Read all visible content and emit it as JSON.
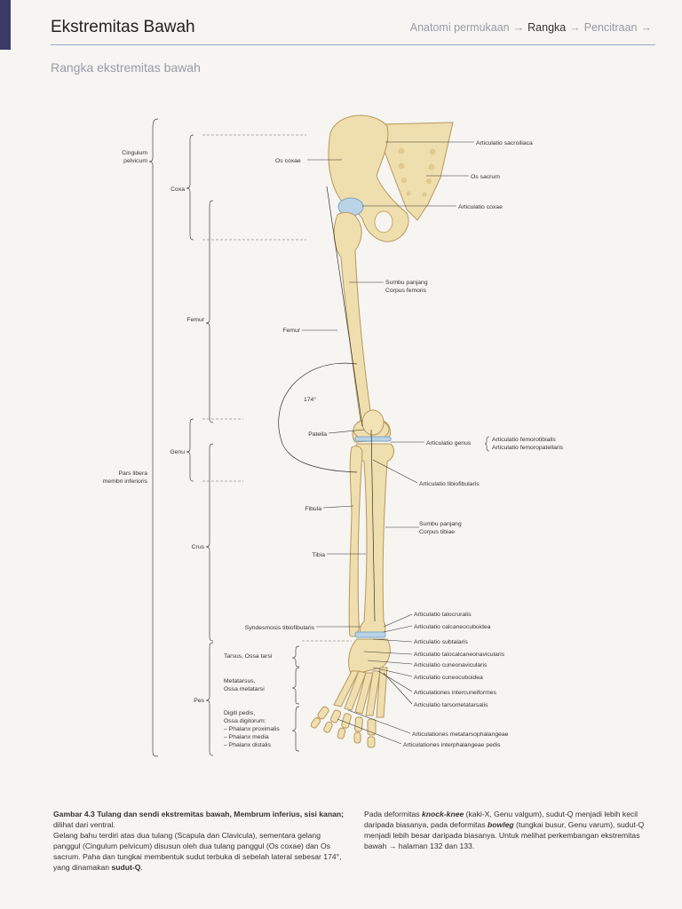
{
  "header": {
    "title": "Ekstremitas Bawah",
    "nav": [
      "Anatomi permukaan",
      "Rangka",
      "Pencitraan"
    ],
    "nav_arrow": "→",
    "active_nav": "Rangka"
  },
  "subtitle": "Rangka ekstremitas bawah",
  "figure": {
    "left_labels": {
      "cingulum": [
        "Cingulum",
        "pelvicum"
      ],
      "coxa": "Coxa",
      "femur": "Femur",
      "genu": "Genu",
      "pars": [
        "Pars libera",
        "membri inferioris"
      ],
      "crus": "Crus",
      "tarsus": "Tarsus, Ossa tarsi",
      "metatarsus": [
        "Metatarsus,",
        "Ossa metatarsi"
      ],
      "pes": "Pes",
      "digiti": [
        "Digiti pedis,",
        "Ossa digitorum:",
        "– Phalanx proximalis",
        "– Phalanx media",
        "– Phalanx distalis"
      ]
    },
    "bone_labels": {
      "os_coxae": "Os coxae",
      "femur": "Femur",
      "patella": "Patella",
      "fibula": "Fibula",
      "tibia": "Tibia",
      "syndesmosis": "Syndesmosis tibiofibularis",
      "angle": "174°"
    },
    "right_labels": {
      "sacroiliaca": "Articulatio sacroiliaca",
      "sacrum": "Os sacrum",
      "coxae": "Articulatio coxae",
      "sumbu_femoris": [
        "Sumbu panjang",
        "Corpus femoris"
      ],
      "genus": "Articulatio genus",
      "femorotibialis": "Articulatio femorotibialis",
      "femoropatellaris": "Articulatio femoropatellaris",
      "tibiofibularis": "Articulatio tibiofibularis",
      "sumbu_tibiae": [
        "Sumbu panjang",
        "Corpus tibiae"
      ],
      "talocruralis": "Articulatio talocruralis",
      "calcaneocuboidea": "Articulatio calcaneocuboidea",
      "subtalaris": "Articulatio subtalaris",
      "talocalcaneonavicularis": "Articulatio talocalcaneonavicularis",
      "cuneonavicularis": "Articulatio cuneonavicularis",
      "cuneocuboidea": "Articulatio cuneocuboidea",
      "intercuneiformes": "Articulationes intercuneiformes",
      "tarsometatarsalis": "Articulatio tarsometatarsalis",
      "metatarsophalangeae": "Articulationes metatarsophalangeae",
      "interphalangeae": "Articulationes interphalangeae pedis"
    }
  },
  "caption_left": {
    "fig_no": "Gambar 4.3",
    "bold_title": "Tulang dan sendi ekstremitas bawah, Membrum inferius, sisi kanan;",
    "view": " dilihat dari ventral.",
    "body": "Gelang bahu terdiri atas dua tulang (Scapula dan Clavicula), sementara gelang panggul (Cingulum pelvicum) disusun oleh dua tulang panggul (Os coxae) dan Os sacrum. Paha dan tungkai membentuk sudut terbuka di sebelah lateral sebesar 174°, yang dinamakan ",
    "term": "sudut-Q",
    "end": "."
  },
  "caption_right": {
    "p1": "Pada deformitas ",
    "t1": "knock-knee",
    "p2": " (kaki-X, Genu valgum), sudut-Q menjadi lebih kecil daripada biasanya, pada deformitas ",
    "t2": "bowleg",
    "p3": " (tungkai busur, Genu varum), sudut-Q menjadi lebih besar daripada biasanya. Untuk melihat perkembangan ekstremitas bawah → halaman 132 dan 133."
  },
  "colors": {
    "bone": "#f0dfae",
    "bone_shade": "#c9a96a",
    "cartilage": "#b9d4e6",
    "tab": "#3b3a66"
  }
}
